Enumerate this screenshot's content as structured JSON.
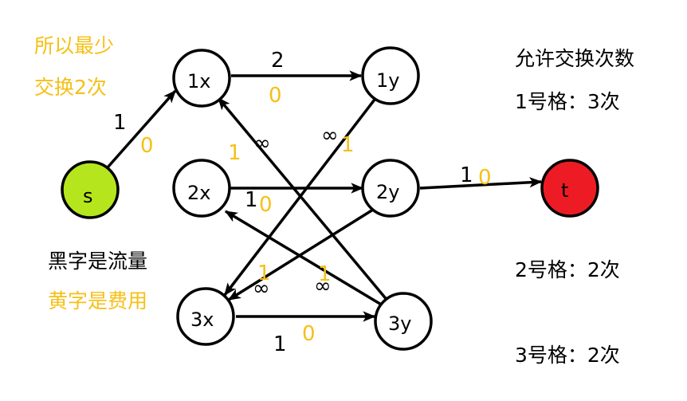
{
  "notes": {
    "result_line1": "所以最少",
    "result_line2": "交换2次",
    "legend_flow": "黑字是流量",
    "legend_cost": "黄字是费用",
    "allowed_title": "允许交换次数",
    "limit_1": "1号格：3次",
    "limit_2": "2号格：2次",
    "limit_3": "3号格：2次"
  },
  "nodes": {
    "s": "s",
    "x1": "1x",
    "x2": "2x",
    "x3": "3x",
    "y1": "1y",
    "y2": "2y",
    "y3": "3y",
    "t": "t"
  },
  "colors": {
    "source": "#b5e61d",
    "sink": "#ed1c24",
    "cost_text": "#f5c017",
    "edge": "#000000"
  },
  "edges": {
    "s_x1": {
      "flow": "1",
      "cost": "0"
    },
    "x1_y1": {
      "flow": "2",
      "cost": "0"
    },
    "y1_x3": {
      "flow": "∞",
      "cost": "1"
    },
    "y3_x1": {
      "flow": "∞",
      "cost": "1"
    },
    "x2_y2": {
      "flow": "1",
      "cost": "0"
    },
    "y2_t": {
      "flow": "1",
      "cost": "0"
    },
    "y2_x3": {
      "flow": "∞",
      "cost": "1"
    },
    "y3_x2": {
      "flow": "∞",
      "cost": "1"
    },
    "x3_y3": {
      "flow": "1",
      "cost": "0"
    }
  }
}
